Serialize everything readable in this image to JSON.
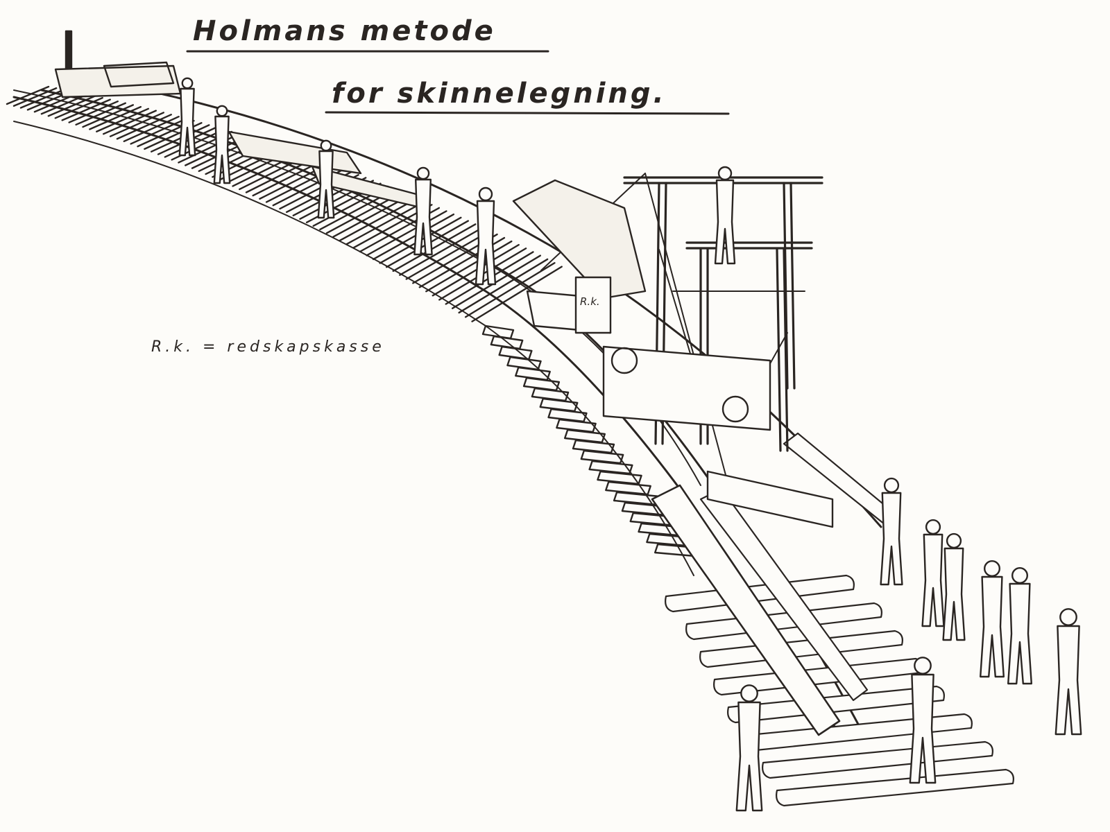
{
  "title": {
    "line1": "Holmans metode",
    "line2": "for skinnelegning."
  },
  "legend": "R.k. = redskapskasse",
  "box_label": "R.k."
}
